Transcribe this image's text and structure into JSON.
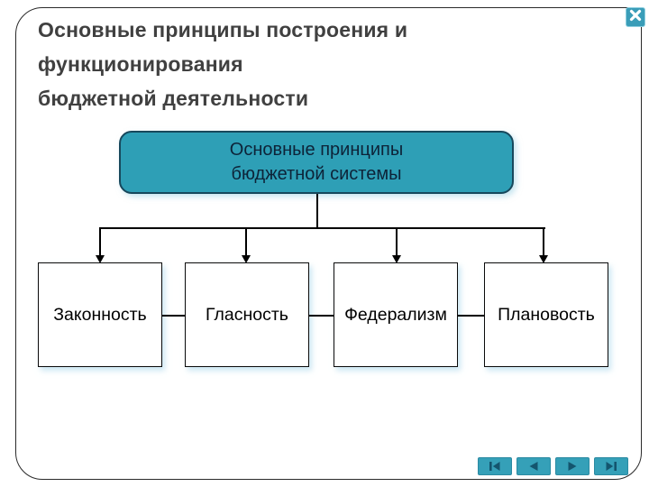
{
  "slide": {
    "title_lines": [
      "Основные принципы построения и",
      "функционирования",
      "бюджетной деятельности"
    ]
  },
  "diagram": {
    "root": {
      "line1": "Основные принципы",
      "line2": "бюджетной системы"
    },
    "children": [
      {
        "label": "Законность"
      },
      {
        "label": "Гласность"
      },
      {
        "label": "Федерализм"
      },
      {
        "label": "Плановость"
      }
    ]
  },
  "controls": {
    "close": {
      "icon": "close-icon",
      "glyph": "✕"
    },
    "nav": [
      {
        "name": "first-slide",
        "icon": "skip-to-start-icon"
      },
      {
        "name": "previous-slide",
        "icon": "previous-icon"
      },
      {
        "name": "next-slide",
        "icon": "next-icon"
      },
      {
        "name": "last-slide",
        "icon": "skip-to-end-icon"
      }
    ]
  },
  "colors": {
    "accent_teal": "#2E9FB6",
    "nav_button_teal": "#35A0B8",
    "nav_glyph_dark": "#14556e",
    "title_text": "#404040",
    "root_box_text": "#0d2338",
    "frame_border": "#2a2a2a"
  }
}
